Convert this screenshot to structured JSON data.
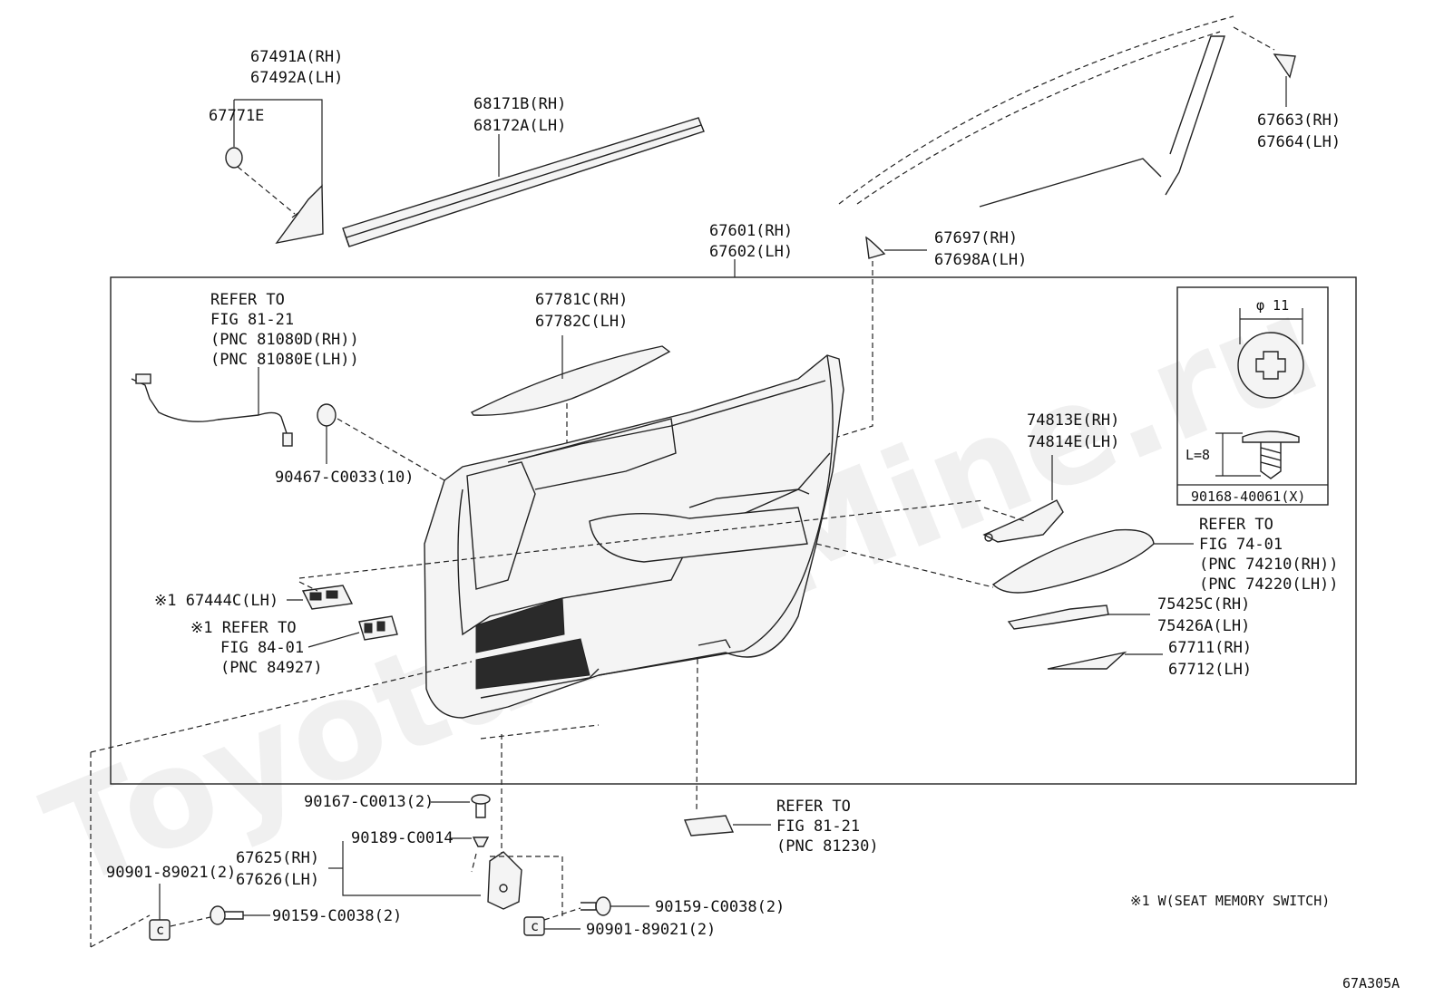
{
  "watermark": "ToyotaCarMine.ru",
  "figure_code": "67A305A",
  "footnote": "※1 W(SEAT MEMORY SWITCH)",
  "labels": {
    "p67491": [
      "67491A(RH)",
      "67492A(LH)"
    ],
    "p67771": "67771E",
    "p68171": [
      "68171B(RH)",
      "68172A(LH)"
    ],
    "p67663": [
      "67663(RH)",
      "67664(LH)"
    ],
    "p67601": [
      "67601(RH)",
      "67602(LH)"
    ],
    "p67697": [
      "67697(RH)",
      "67698A(LH)"
    ],
    "p67781": [
      "67781C(RH)",
      "67782C(LH)"
    ],
    "ref8121a": [
      "REFER TO",
      "FIG 81-21",
      "(PNC 81080D(RH))",
      "(PNC 81080E(LH))"
    ],
    "p90467": "90467-C0033(10)",
    "p74813": [
      "74813E(RH)",
      "74814E(LH)"
    ],
    "ref7401": [
      "REFER TO",
      "FIG 74-01",
      "(PNC 74210(RH))",
      "(PNC 74220(LH))"
    ],
    "p75425": [
      "75425C(RH)",
      "75426A(LH)"
    ],
    "p67711": [
      "67711(RH)",
      "67712(LH)"
    ],
    "p67444": "※1 67444C(LH)",
    "ref8401": [
      "※1 REFER TO",
      "FIG 84-01",
      "(PNC 84927)"
    ],
    "p90167": "90167-C0013(2)",
    "p90189": "90189-C0014",
    "p67625": [
      "67625(RH)",
      "67626(LH)"
    ],
    "p90901a": "90901-89021(2)",
    "p90159a": "90159-C0038(2)",
    "p90159b": "90159-C0038(2)",
    "p90901b": "90901-89021(2)",
    "ref8121b": [
      "REFER TO",
      "FIG 81-21",
      "(PNC 81230)"
    ]
  },
  "inset": {
    "diameter": "φ 11",
    "length": "L=8",
    "part": "90168-40061(X)"
  }
}
